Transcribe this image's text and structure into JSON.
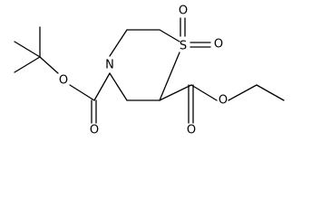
{
  "molecule": {
    "atoms": {
      "S": "S",
      "N": "N",
      "O_sulfonyl_top": "O",
      "O_sulfonyl_right": "O",
      "O_boc_ester": "O",
      "O_boc_carbonyl": "O",
      "O_ethyl_ester": "O",
      "O_ethyl_carbonyl": "O"
    }
  }
}
